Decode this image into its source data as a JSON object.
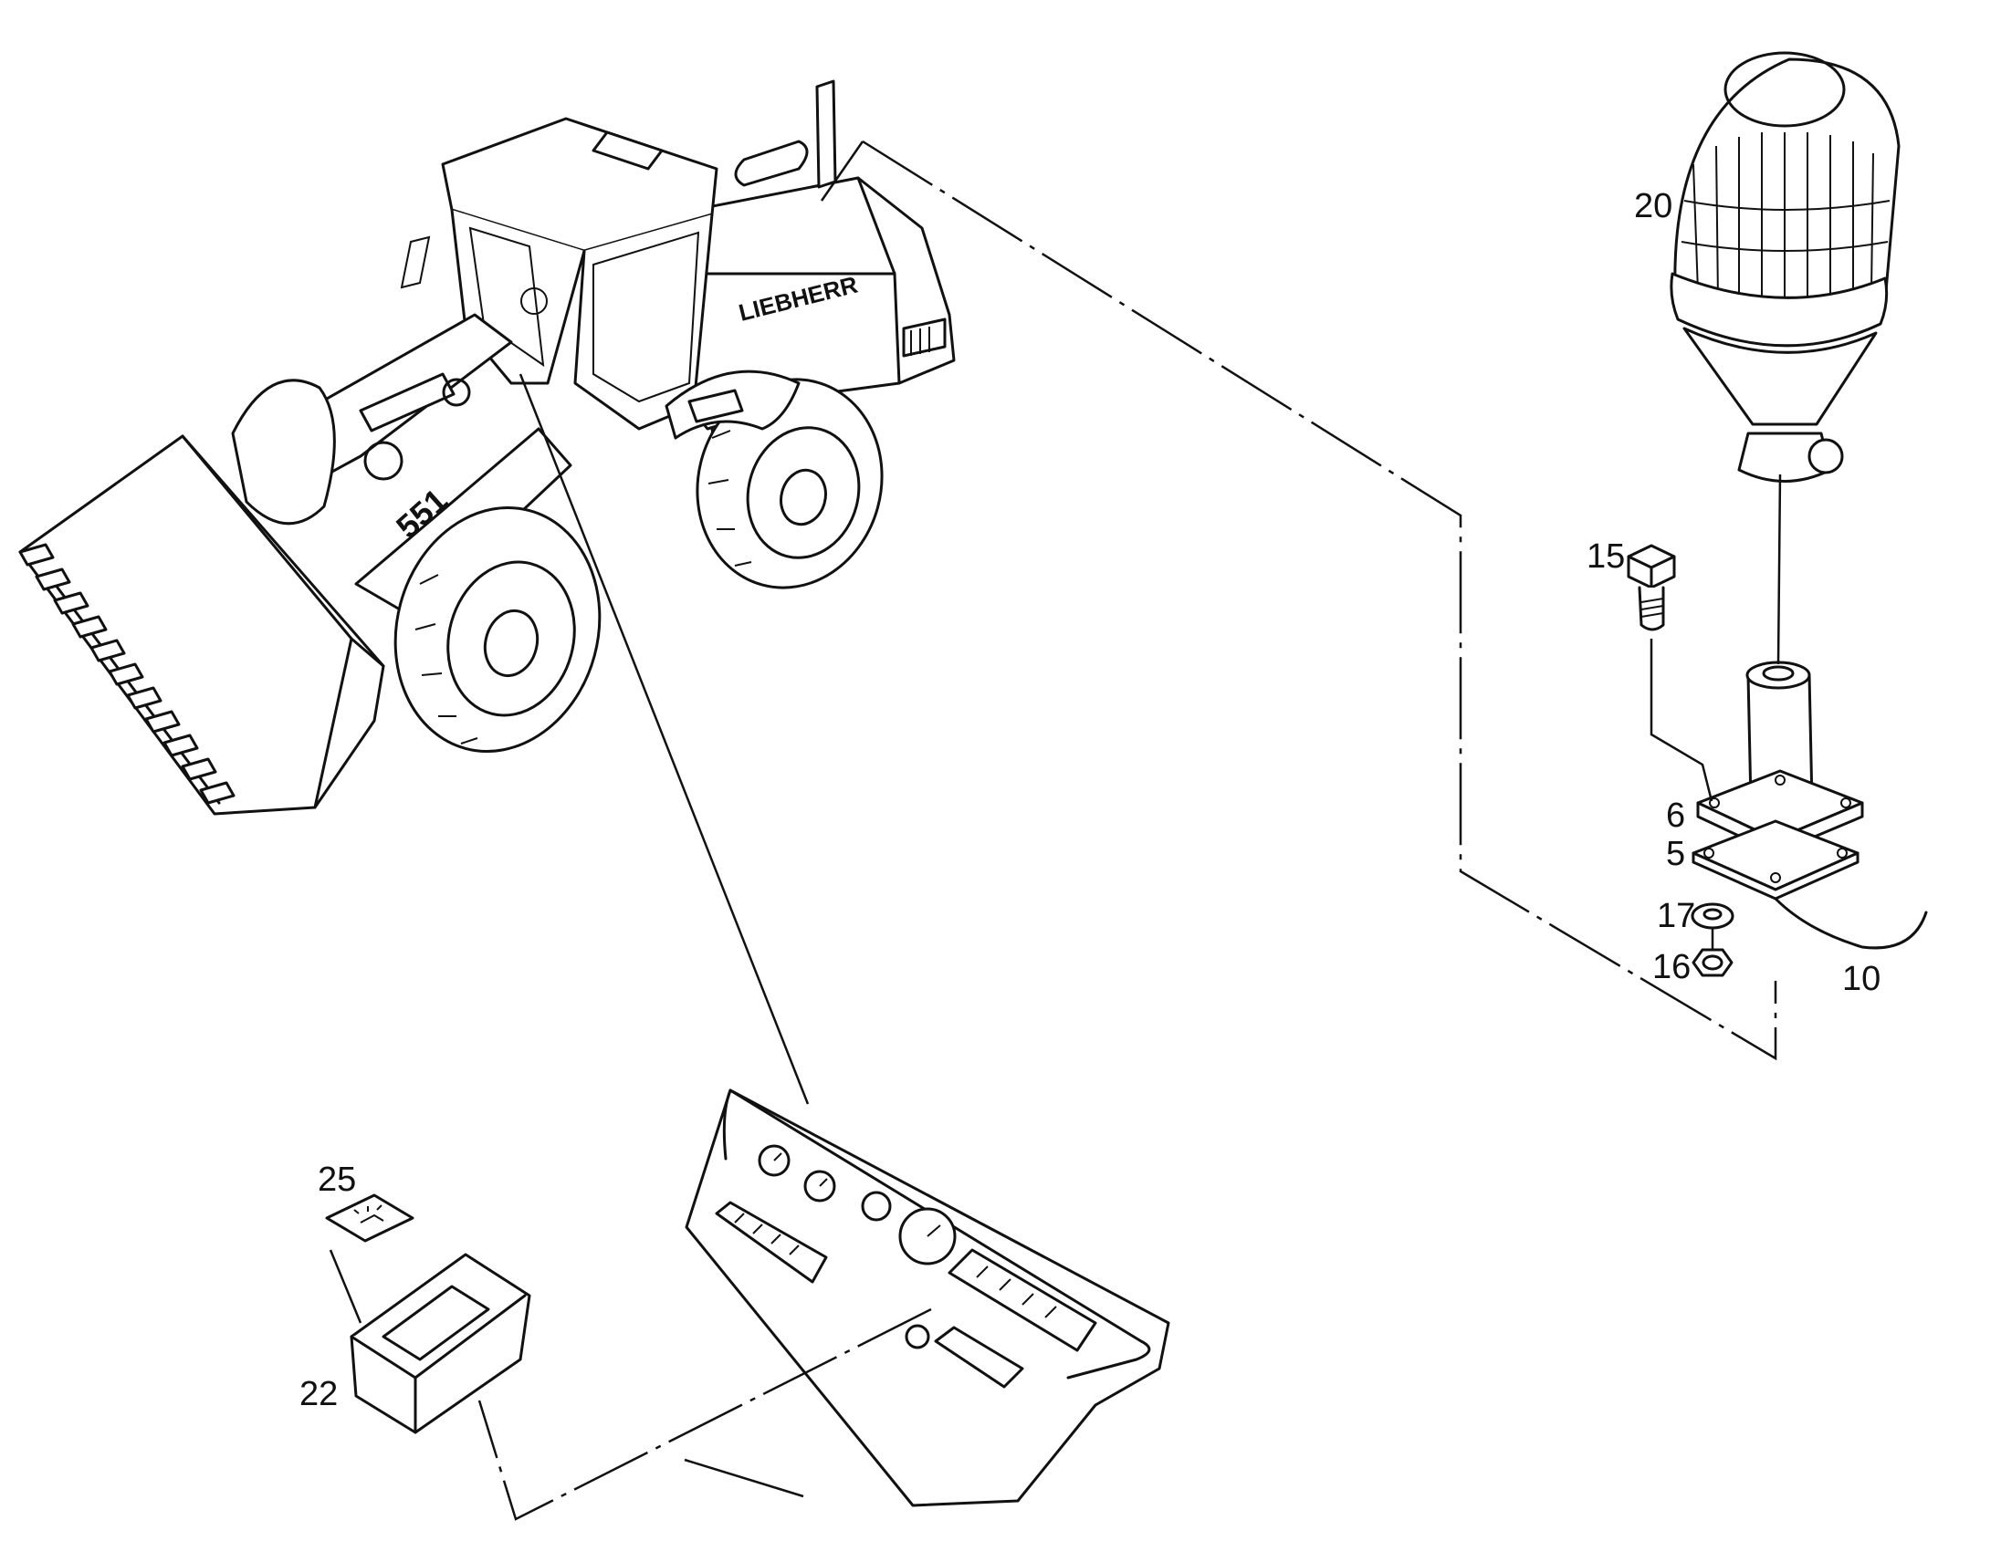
{
  "diagram": {
    "brand_decal": "LIEBHERR",
    "model_decal": "551",
    "callouts": [
      {
        "id": "c20",
        "label": "20"
      },
      {
        "id": "c15",
        "label": "15"
      },
      {
        "id": "c6",
        "label": "6"
      },
      {
        "id": "c5",
        "label": "5"
      },
      {
        "id": "c17",
        "label": "17"
      },
      {
        "id": "c16",
        "label": "16"
      },
      {
        "id": "c10",
        "label": "10"
      },
      {
        "id": "c25",
        "label": "25"
      },
      {
        "id": "c22",
        "label": "22"
      }
    ]
  }
}
